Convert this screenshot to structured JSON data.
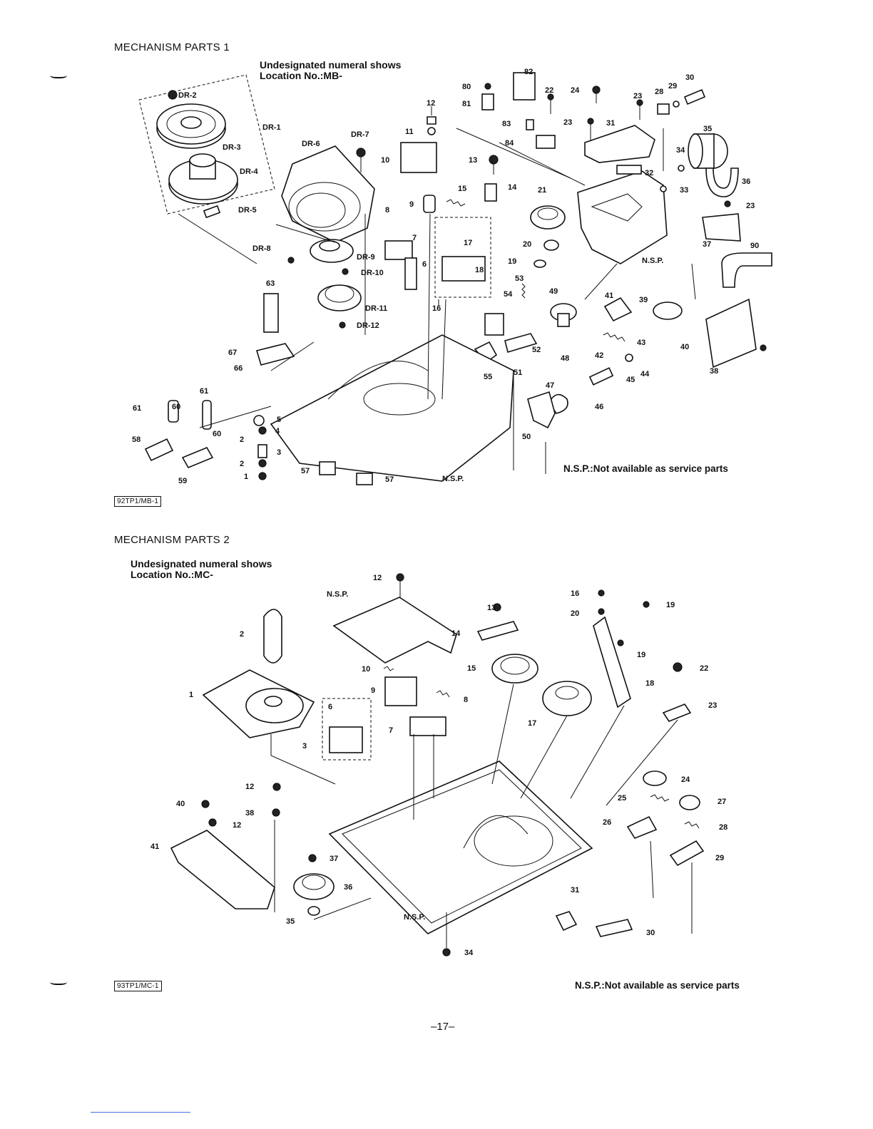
{
  "section1": {
    "title": "MECHANISM PARTS 1",
    "note_line1": "Undesignated numeral shows",
    "note_line2": "Location  No.:MB-",
    "ref_code": "92TP1/MB-1",
    "nsp_note": "N.S.P.:Not available as service parts",
    "labels": [
      "DR-1",
      "DR-2",
      "DR-3",
      "DR-4",
      "DR-5",
      "DR-6",
      "DR-7",
      "DR-8",
      "DR-9",
      "DR-10",
      "DR-11",
      "DR-12",
      "1",
      "2",
      "2",
      "3",
      "4",
      "5",
      "6",
      "7",
      "8",
      "9",
      "10",
      "11",
      "12",
      "13",
      "14",
      "15",
      "16",
      "17",
      "18",
      "19",
      "20",
      "21",
      "22",
      "23",
      "23",
      "23",
      "24",
      "28",
      "29",
      "30",
      "31",
      "32",
      "33",
      "34",
      "35",
      "36",
      "37",
      "38",
      "39",
      "40",
      "41",
      "42",
      "43",
      "44",
      "45",
      "46",
      "47",
      "48",
      "49",
      "50",
      "51",
      "52",
      "53",
      "54",
      "55",
      "57",
      "57",
      "58",
      "59",
      "60",
      "60",
      "61",
      "61",
      "63",
      "66",
      "67",
      "80",
      "81",
      "82",
      "83",
      "84",
      "90",
      "N.S.P.",
      "N.S.P."
    ]
  },
  "section2": {
    "title": "MECHANISM PARTS 2",
    "note_line1": "Undesignated numeral shows",
    "note_line2": "Location  No.:MC-",
    "ref_code": "93TP1/MC-1",
    "nsp_note": "N.S.P.:Not available as service parts",
    "labels": [
      "N.S.P.",
      "N.S.P.",
      "1",
      "2",
      "3",
      "6",
      "7",
      "8",
      "9",
      "10",
      "12",
      "12",
      "12",
      "13",
      "14",
      "15",
      "16",
      "17",
      "18",
      "19",
      "19",
      "20",
      "22",
      "23",
      "24",
      "25",
      "26",
      "27",
      "28",
      "29",
      "30",
      "31",
      "34",
      "35",
      "36",
      "37",
      "38",
      "40",
      "41"
    ]
  },
  "page_number": "–17–"
}
